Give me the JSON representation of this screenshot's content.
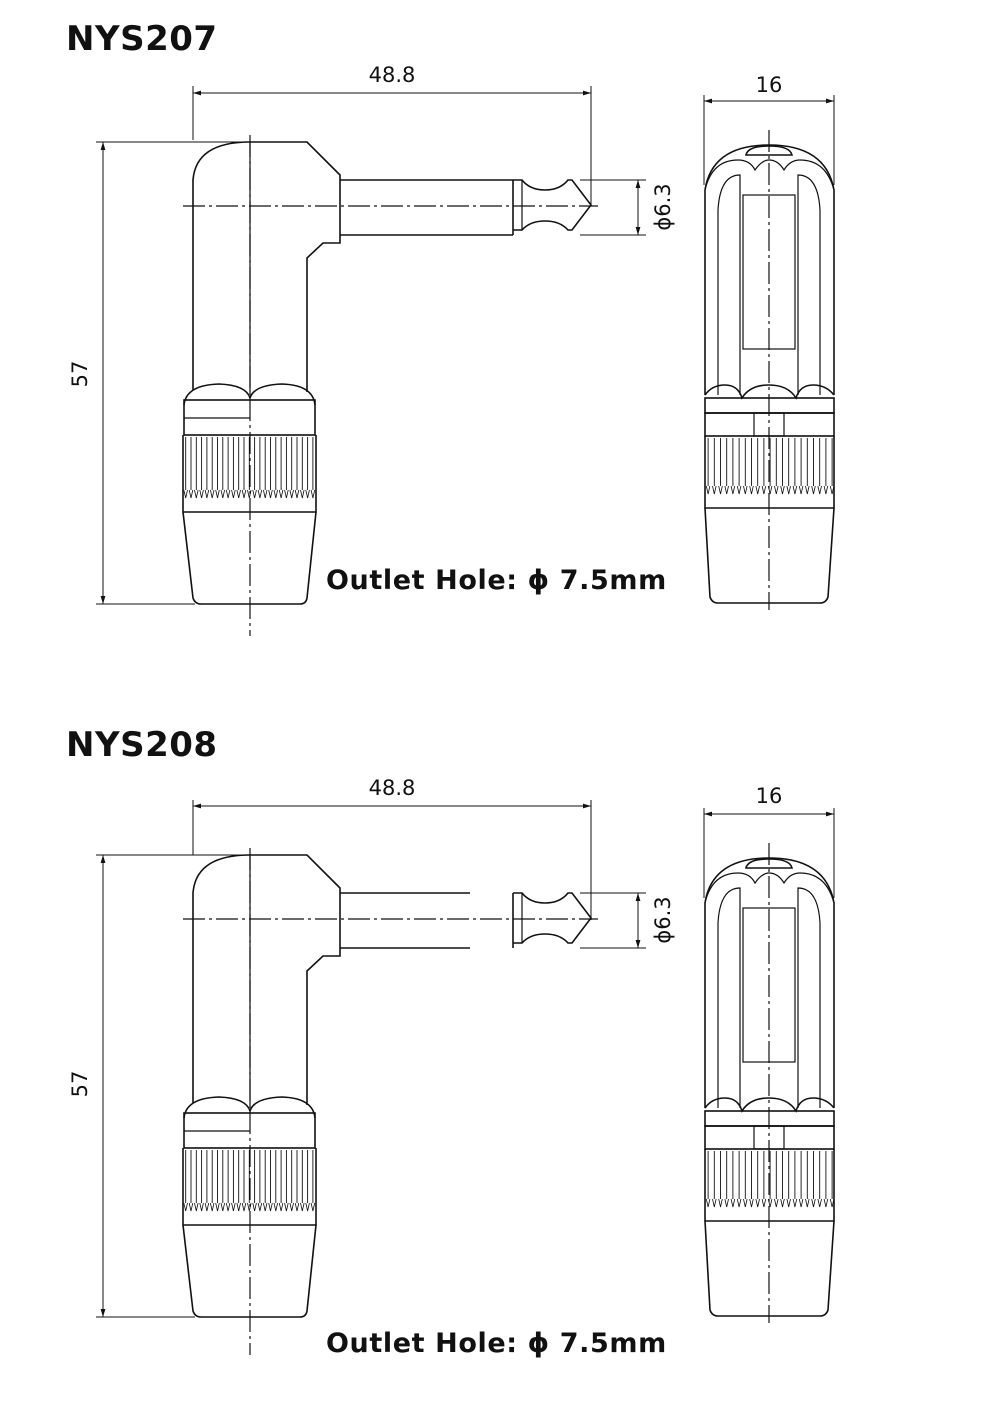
{
  "drawings": [
    {
      "model": "NYS207",
      "dims": {
        "length": "48.8",
        "height": "57",
        "diameter": "ϕ6.3",
        "width": "16"
      },
      "note": "Outlet Hole: ϕ 7.5mm",
      "shaft_broken": false
    },
    {
      "model": "NYS208",
      "dims": {
        "length": "48.8",
        "height": "57",
        "diameter": "ϕ6.3",
        "width": "16"
      },
      "note": "Outlet Hole: ϕ 7.5mm",
      "shaft_broken": true
    }
  ]
}
